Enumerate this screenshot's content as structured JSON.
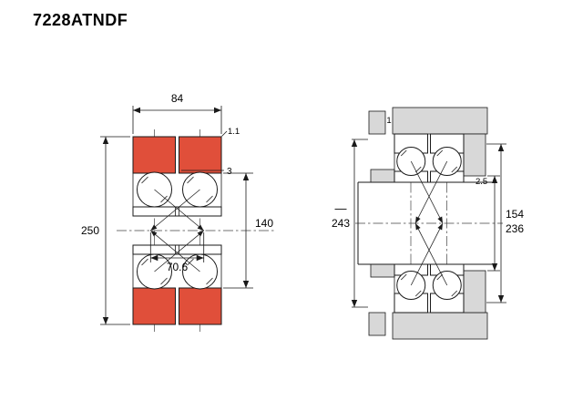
{
  "title": "7228ATNDF",
  "colors": {
    "ring": "#e04f3a",
    "housing": "#d8d8d8"
  },
  "left_view": {
    "dim_width": "84",
    "dim_chamfer": "1.1",
    "dim_gap": "3",
    "dim_outer_diameter": "250",
    "dim_bore_diameter": "140",
    "dim_load_center_distance": "70.6"
  },
  "right_view": {
    "dim_fillet": "1",
    "dim_side_fillet": "2.5",
    "dim_left_upper": "—",
    "dim_left_lower": "243",
    "dim_right_upper": "154",
    "dim_right_lower": "236"
  }
}
